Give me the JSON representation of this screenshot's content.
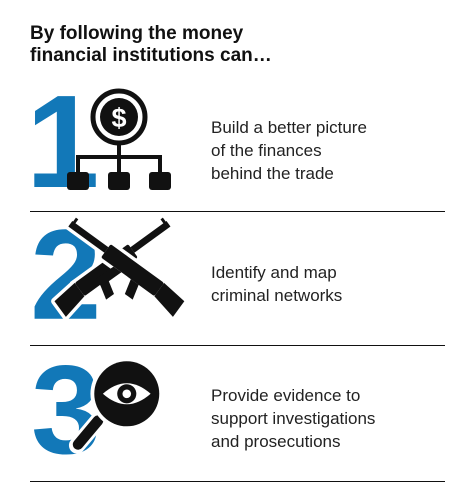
{
  "title": {
    "line1": "By following the money",
    "line2": "financial institutions can…"
  },
  "colors": {
    "accent": "#1278B8",
    "ink": "#111111",
    "divider": "#111111"
  },
  "steps": [
    {
      "number": "1",
      "icon": "dollar-hierarchy-icon",
      "lines": [
        "Build a better picture",
        "of the finances",
        "behind the trade"
      ]
    },
    {
      "number": "2",
      "icon": "crossed-rifles-icon",
      "lines": [
        "Identify and map",
        "criminal networks"
      ]
    },
    {
      "number": "3",
      "icon": "magnifier-eye-icon",
      "lines": [
        "Provide evidence to",
        "support investigations",
        "and prosecutions"
      ]
    }
  ]
}
